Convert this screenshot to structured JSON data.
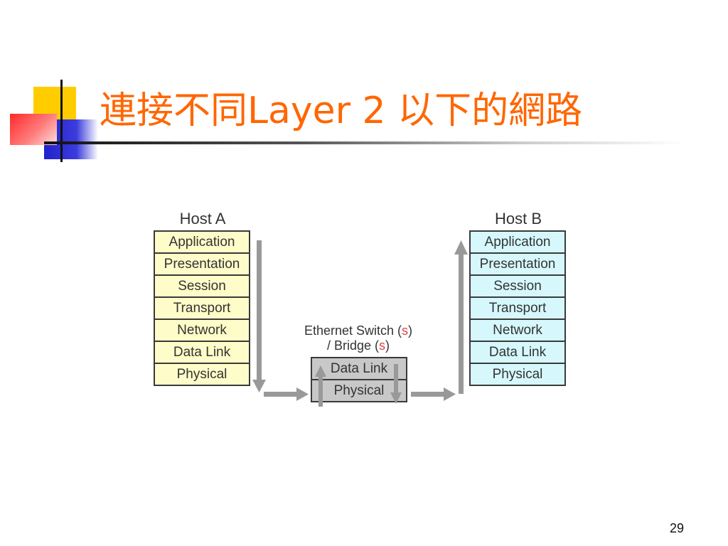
{
  "slide": {
    "title": "連接不同Layer 2 以下的網路",
    "page_number": "29"
  },
  "diagram": {
    "host_a": {
      "label": "Host A",
      "layers": [
        "Application",
        "Presentation",
        "Session",
        "Transport",
        "Network",
        "Data Link",
        "Physical"
      ]
    },
    "host_b": {
      "label": "Host B",
      "layers": [
        "Application",
        "Presentation",
        "Session",
        "Transport",
        "Network",
        "Data Link",
        "Physical"
      ]
    },
    "switch": {
      "line1": "Ethernet Switch (",
      "line1_s": "s",
      "line1_close": ")",
      "line2": "/ Bridge (",
      "line2_s": "s",
      "line2_close": ")",
      "layers": [
        "Data Link",
        "Physical"
      ]
    }
  },
  "colors": {
    "title": "#ff6600",
    "host_a_fill": "#fefcc8",
    "host_b_fill": "#d6f8fc",
    "switch_fill": "#c8c8c8",
    "arrow": "#999999",
    "s_highlight": "#e04444"
  }
}
